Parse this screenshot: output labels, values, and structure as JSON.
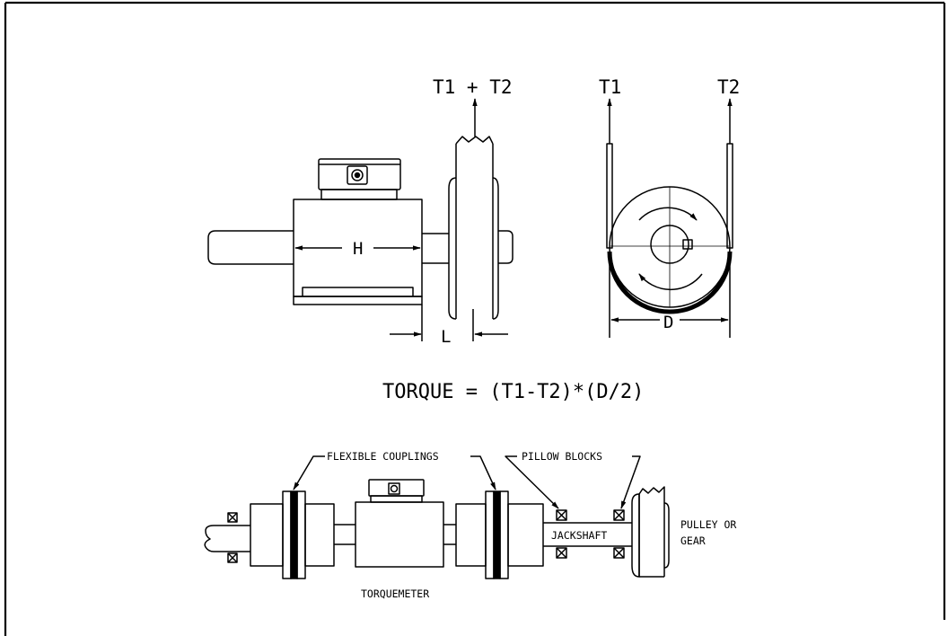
{
  "labels": {
    "t1_plus_t2": "T1 + T2",
    "t1": "T1",
    "t2": "T2",
    "h": "H",
    "l": "L",
    "d": "D",
    "formula": "TORQUE = (T1-T2)*(D/2)",
    "flexible_couplings": "FLEXIBLE COUPLINGS",
    "pillow_blocks": "PILLOW BLOCKS",
    "jackshaft": "JACKSHAFT",
    "pulley_line1": "PULLEY OR",
    "pulley_line2": "GEAR",
    "torquemeter": "TORQUEMETER"
  },
  "colors": {
    "ink": "#000000",
    "paper": "#ffffff"
  }
}
